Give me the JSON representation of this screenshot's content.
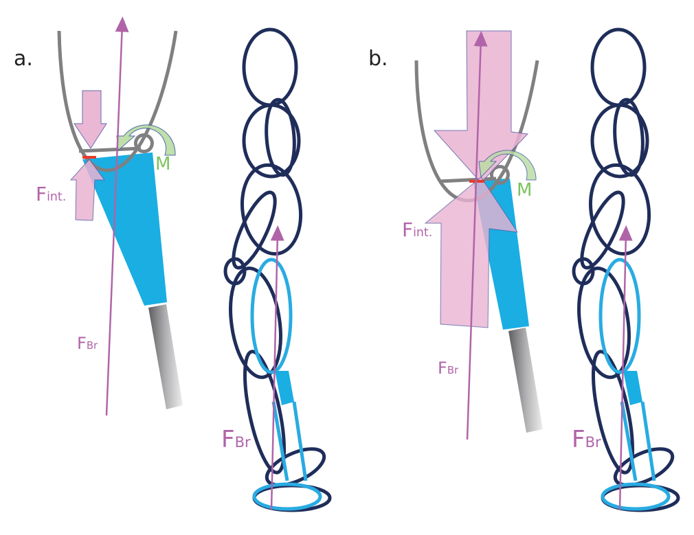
{
  "panels": [
    {
      "label": "a.",
      "force_internal": {
        "main": "F",
        "sub": "int."
      },
      "force_brace_leg": {
        "main": "F",
        "sub": "Br"
      },
      "force_brace_body": {
        "main": "F",
        "sub": "Br"
      },
      "moment": "M"
    },
    {
      "label": "b.",
      "force_internal": {
        "main": "F",
        "sub": "int."
      },
      "force_brace_leg": {
        "main": "F",
        "sub": "Br"
      },
      "force_brace_body": {
        "main": "F",
        "sub": "Br"
      },
      "moment": "M"
    }
  ],
  "colors": {
    "socket": "#808082",
    "force_arrow": "#e9b3d2",
    "shank": "#1aaee3",
    "figure": "#1f2d5a",
    "figure_leg": "#29abe2",
    "brace_force": "#b064a8",
    "moment_arrow": "#b9dca2",
    "moment_text": "#7dc360",
    "contact": "#e53a2c"
  }
}
